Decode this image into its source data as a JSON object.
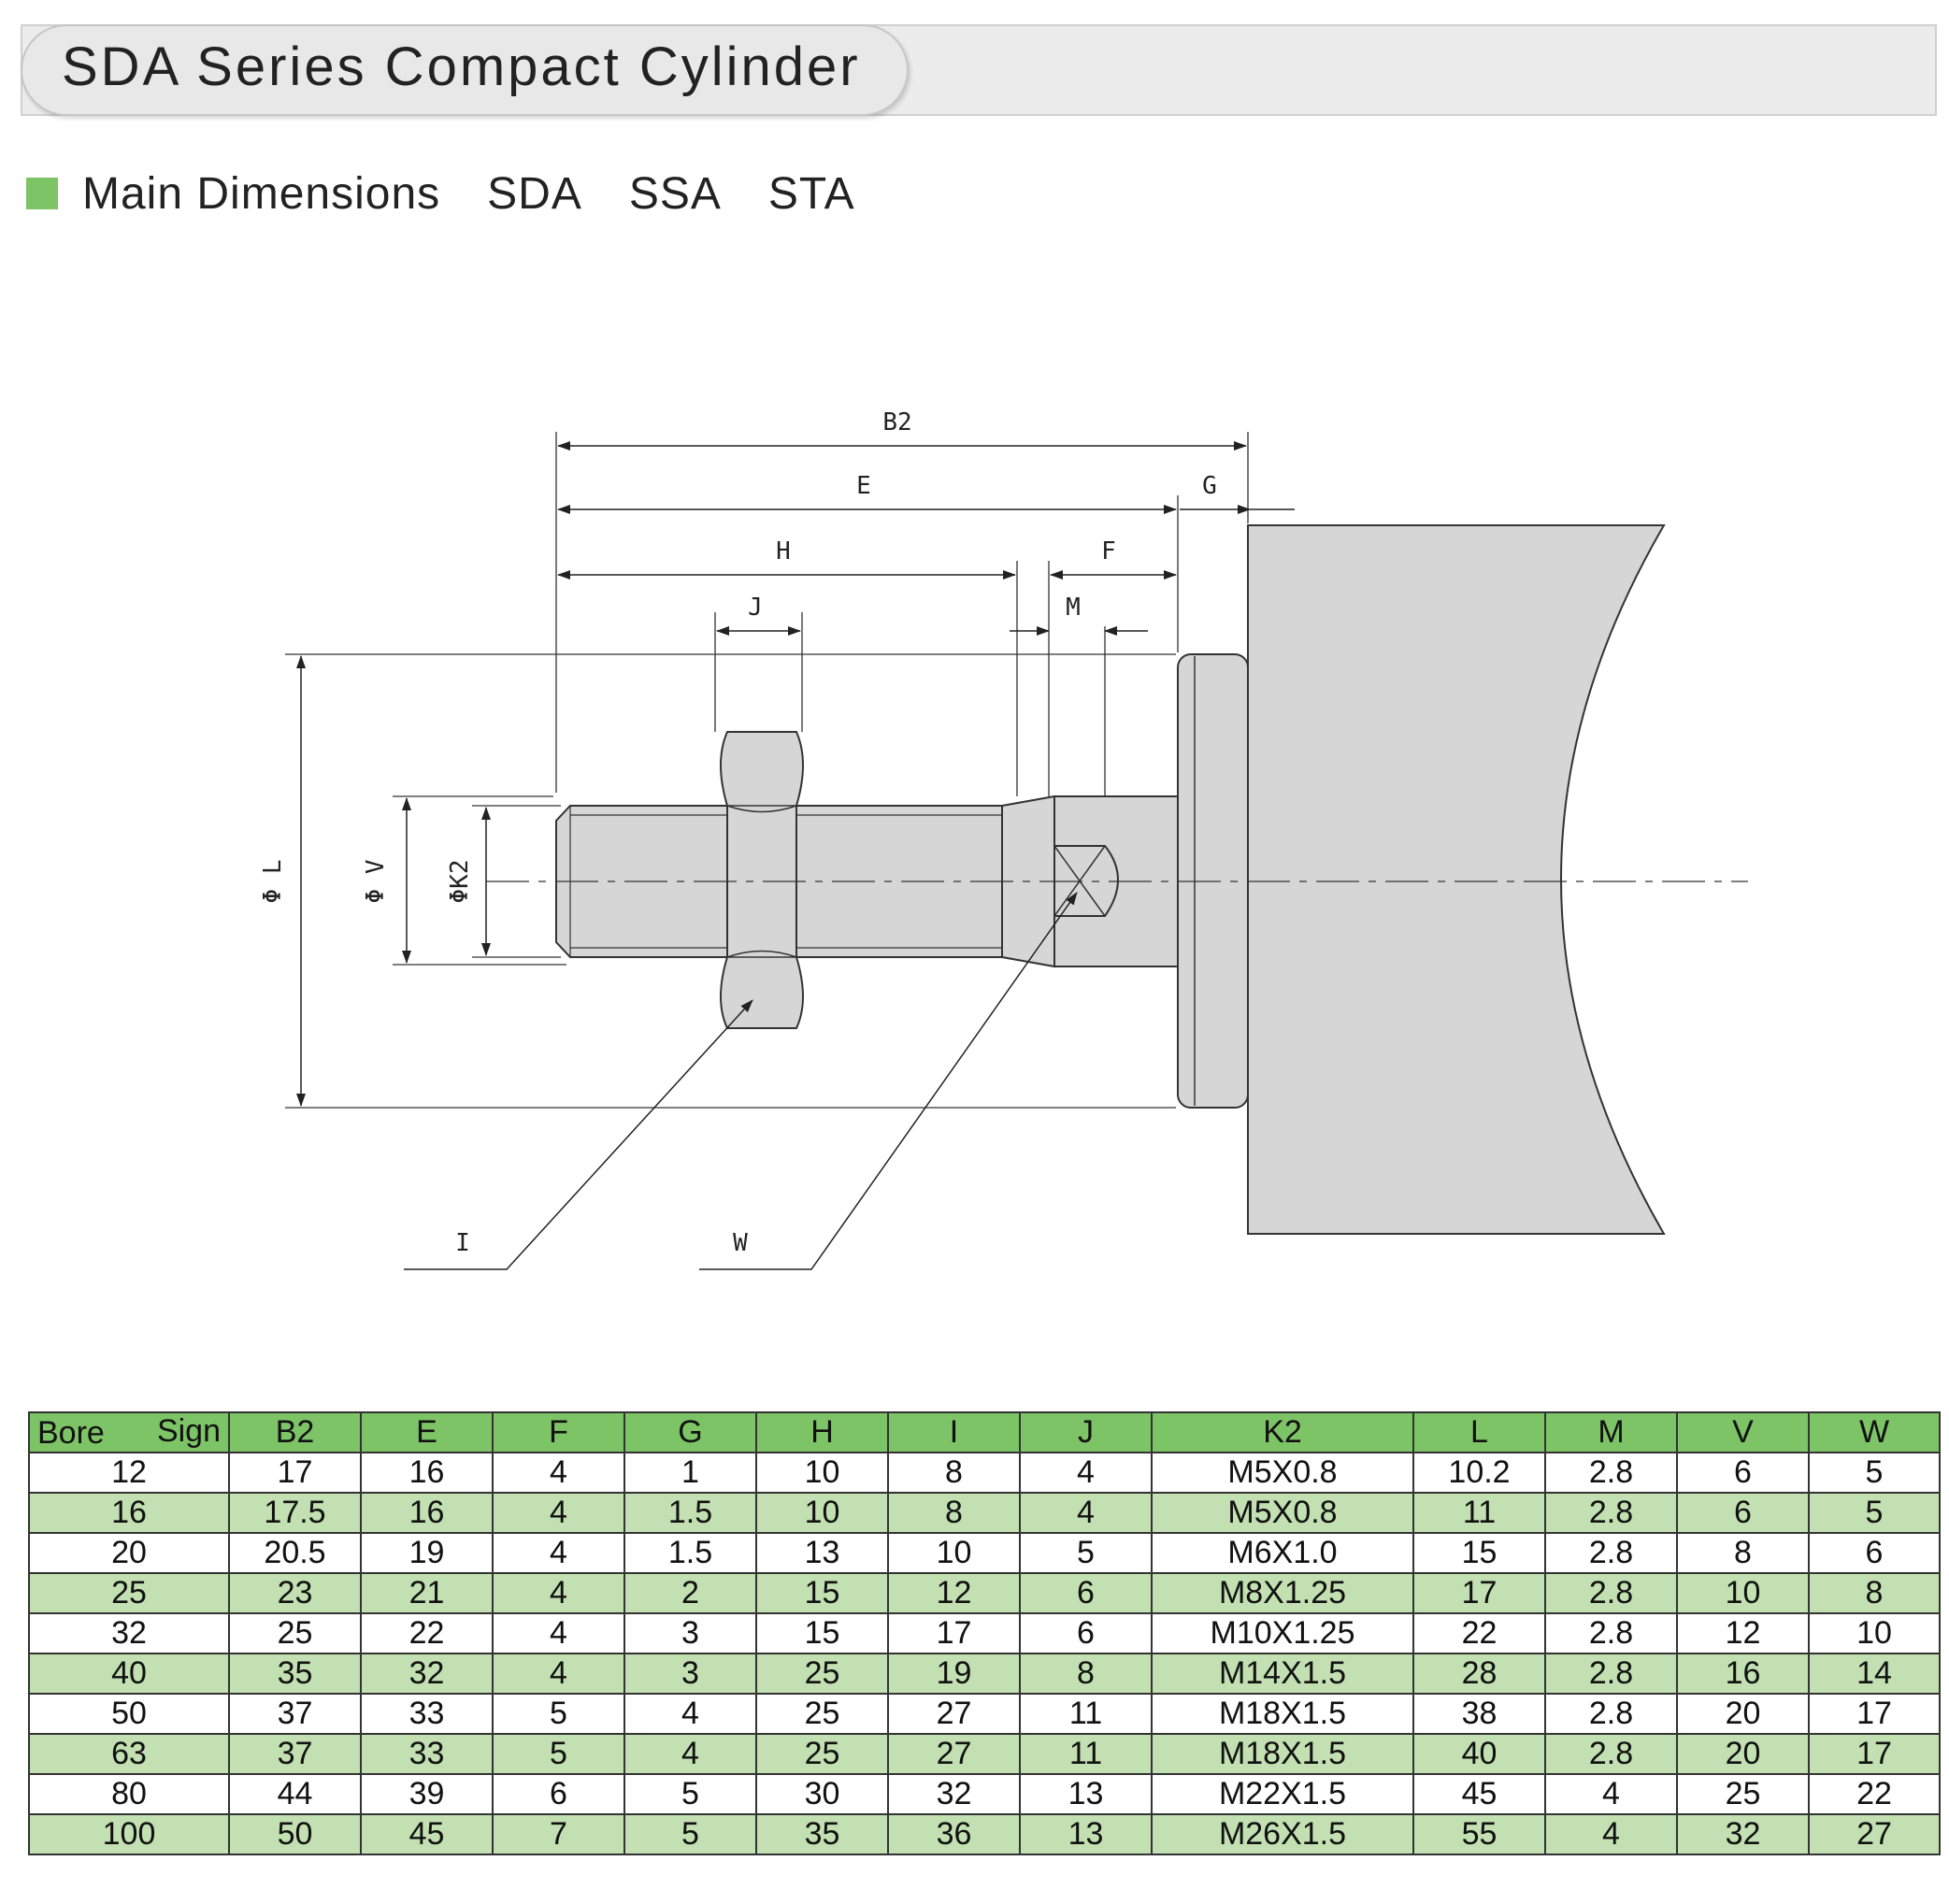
{
  "header": {
    "title": "SDA Series Compact Cylinder"
  },
  "section": {
    "heading": "Main Dimensions",
    "series": [
      "SDA",
      "SSA",
      "STA"
    ],
    "accent_color": "#7dc466"
  },
  "diagram": {
    "labels": {
      "B2": "B2",
      "E": "E",
      "G": "G",
      "H": "H",
      "F": "F",
      "J": "J",
      "M": "M",
      "L": "Φ L",
      "V": "Φ V",
      "K2": "ΦK2",
      "I": "I",
      "W": "W"
    }
  },
  "table": {
    "corner_top": "Sign",
    "corner_bottom": "Bore",
    "columns": [
      "B2",
      "E",
      "F",
      "G",
      "H",
      "I",
      "J",
      "K2",
      "L",
      "M",
      "V",
      "W"
    ],
    "rows": [
      [
        "12",
        "17",
        "16",
        "4",
        "1",
        "10",
        "8",
        "4",
        "M5X0.8",
        "10.2",
        "2.8",
        "6",
        "5"
      ],
      [
        "16",
        "17.5",
        "16",
        "4",
        "1.5",
        "10",
        "8",
        "4",
        "M5X0.8",
        "11",
        "2.8",
        "6",
        "5"
      ],
      [
        "20",
        "20.5",
        "19",
        "4",
        "1.5",
        "13",
        "10",
        "5",
        "M6X1.0",
        "15",
        "2.8",
        "8",
        "6"
      ],
      [
        "25",
        "23",
        "21",
        "4",
        "2",
        "15",
        "12",
        "6",
        "M8X1.25",
        "17",
        "2.8",
        "10",
        "8"
      ],
      [
        "32",
        "25",
        "22",
        "4",
        "3",
        "15",
        "17",
        "6",
        "M10X1.25",
        "22",
        "2.8",
        "12",
        "10"
      ],
      [
        "40",
        "35",
        "32",
        "4",
        "3",
        "25",
        "19",
        "8",
        "M14X1.5",
        "28",
        "2.8",
        "16",
        "14"
      ],
      [
        "50",
        "37",
        "33",
        "5",
        "4",
        "25",
        "27",
        "11",
        "M18X1.5",
        "38",
        "2.8",
        "20",
        "17"
      ],
      [
        "63",
        "37",
        "33",
        "5",
        "4",
        "25",
        "27",
        "11",
        "M18X1.5",
        "40",
        "2.8",
        "20",
        "17"
      ],
      [
        "80",
        "44",
        "39",
        "6",
        "5",
        "30",
        "32",
        "13",
        "M22X1.5",
        "45",
        "4",
        "25",
        "22"
      ],
      [
        "100",
        "50",
        "45",
        "7",
        "5",
        "35",
        "36",
        "13",
        "M26X1.5",
        "55",
        "4",
        "32",
        "27"
      ]
    ]
  }
}
